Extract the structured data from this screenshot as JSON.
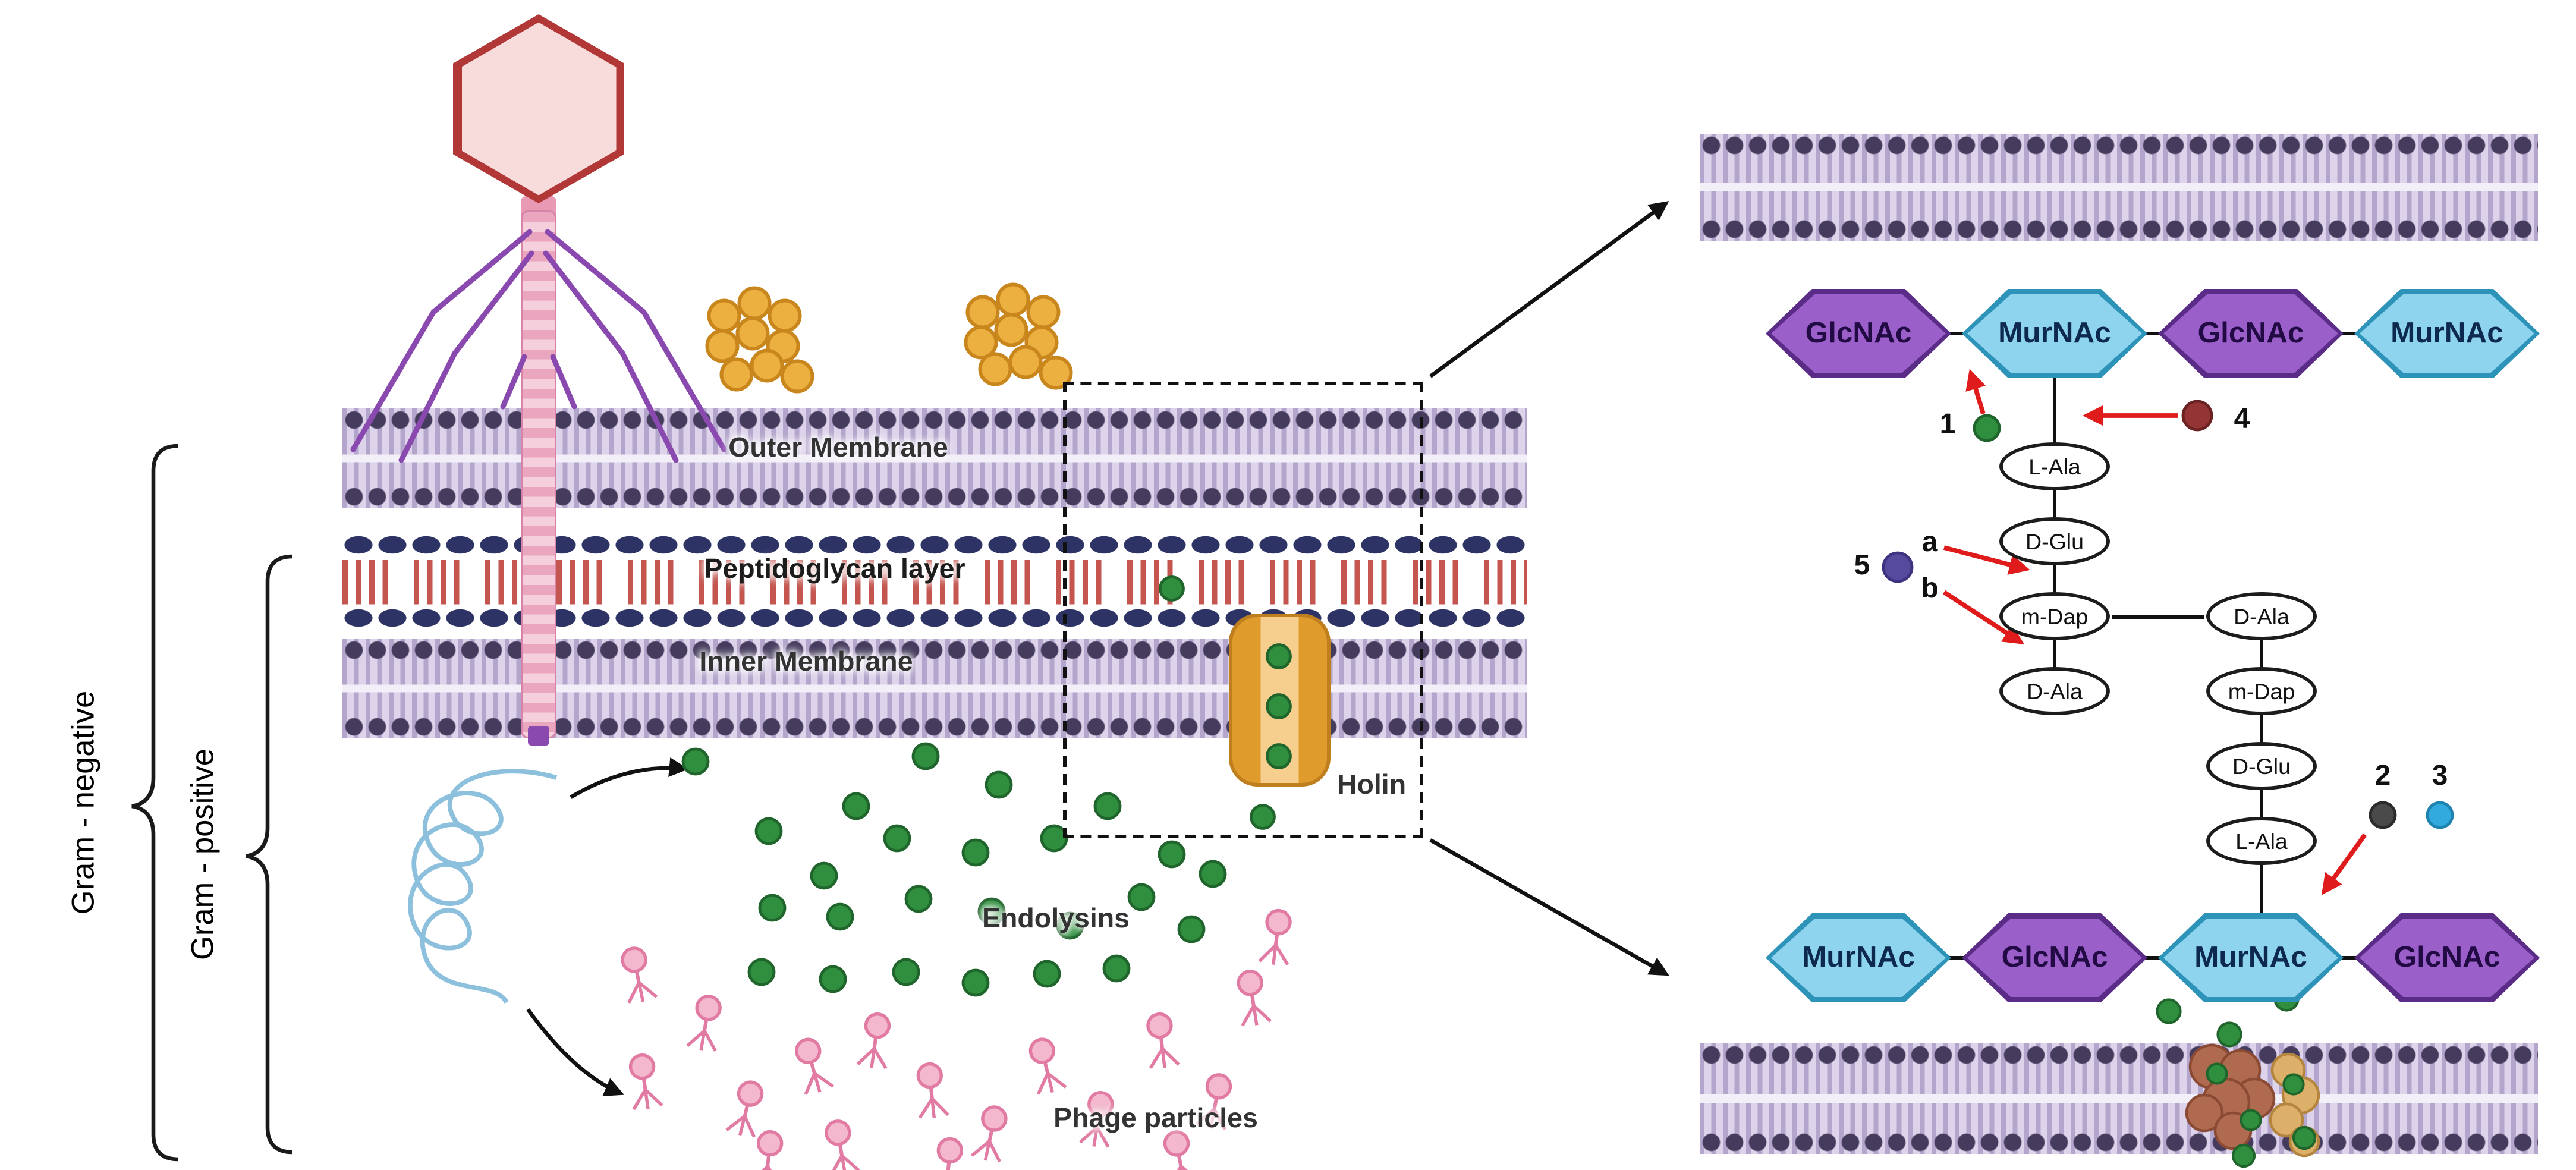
{
  "left": {
    "outer_membrane": "Outer Membrane",
    "peptidoglycan_layer": "Peptidoglycan layer",
    "inner_membrane": "Inner Membrane",
    "holin": "Holin",
    "endolysins": "Endolysins",
    "phage_particles": "Phage particles",
    "gram_negative": "Gram - negative",
    "gram_positive": "Gram - positive"
  },
  "right": {
    "top_row": [
      "GlcNAc",
      "MurNAc",
      "GlcNAc",
      "MurNAc"
    ],
    "bottom_row": [
      "MurNAc",
      "GlcNAc",
      "MurNAc",
      "GlcNAc"
    ],
    "left_chain": [
      "L-Ala",
      "D-Glu",
      "m-Dap",
      "D-Ala"
    ],
    "right_chain": [
      "D-Ala",
      "m-Dap",
      "D-Glu",
      "L-Ala"
    ],
    "markers": {
      "m1": "1",
      "m2": "2",
      "m3": "3",
      "m4": "4",
      "m5": "5",
      "a": "a",
      "b": "b"
    }
  },
  "colors": {
    "glcnac_fill": "#9a5fc9",
    "murnac_fill": "#8fd4ee",
    "membrane_stripe": "#b3a5cb",
    "membrane_head": "#453b5d",
    "peptidoglycan_strand": "#c4554f",
    "holin_orange": "#e9a93f",
    "endolysin_green": "#2f8f3e",
    "phage_pink": "#e884a8",
    "capsid_red": "#b23838",
    "arrow_red": "#e01b1b",
    "enzyme_dot_1_green": "#2f8f3e",
    "enzyme_dot_2_dark": "#4a4a4a",
    "enzyme_dot_3_blue": "#33aade",
    "enzyme_dot_4_maroon": "#943434",
    "enzyme_dot_5_purple": "#564a9e"
  }
}
